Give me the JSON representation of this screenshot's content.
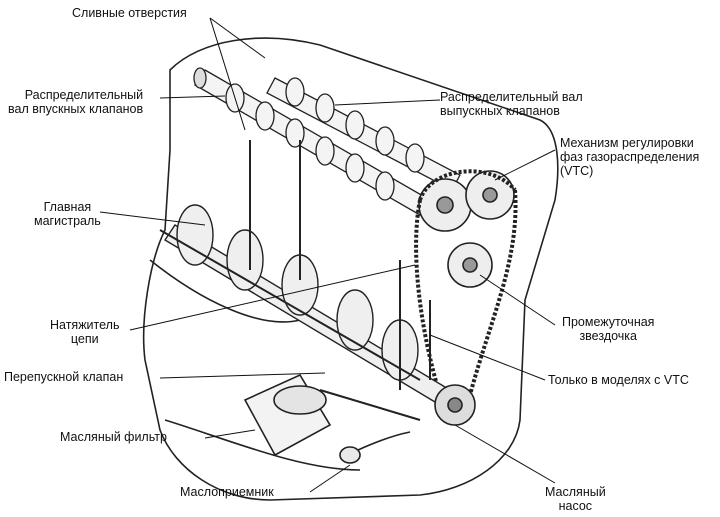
{
  "labels": {
    "drain_holes": "Сливные отверстия",
    "intake_cam": {
      "line1": "Распределительный",
      "line2": "вал впускных клапанов"
    },
    "exhaust_cam": {
      "line1": "Распределительный вал",
      "line2": "выпускных клапанов"
    },
    "vtc": {
      "line1": "Механизм регулировки",
      "line2": "фаз газораспределения",
      "line3": "(VTC)"
    },
    "main_gallery": {
      "line1": "Главная",
      "line2": "магистраль"
    },
    "chain_tensioner": {
      "line1": "Натяжитель",
      "line2": "цепи"
    },
    "idler_sprocket": {
      "line1": "Промежуточная",
      "line2": "звездочка"
    },
    "bypass_valve": "Перепускной клапан",
    "vtc_only": "Только в моделях с VTC",
    "oil_filter": "Масляный фильтр",
    "oil_pickup": "Маслоприемник",
    "oil_pump": {
      "line1": "Масляный",
      "line2": "насос"
    }
  }
}
